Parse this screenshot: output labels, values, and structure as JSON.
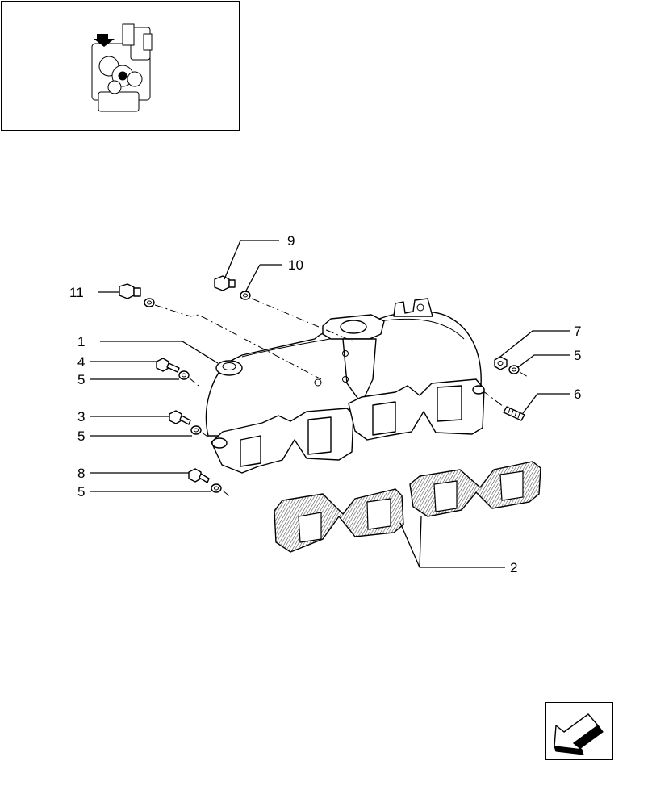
{
  "callouts": {
    "c1": "1",
    "c2": "2",
    "c3": "3",
    "c4": "4",
    "c5a": "5",
    "c5b": "5",
    "c5c": "5",
    "c5d": "5",
    "c6": "6",
    "c7": "7",
    "c8": "8",
    "c9": "9",
    "c10": "10",
    "c11": "11"
  },
  "icons": {
    "thumbnail": "engine-location-thumbnail",
    "navigation": "back-arrow-icon"
  }
}
